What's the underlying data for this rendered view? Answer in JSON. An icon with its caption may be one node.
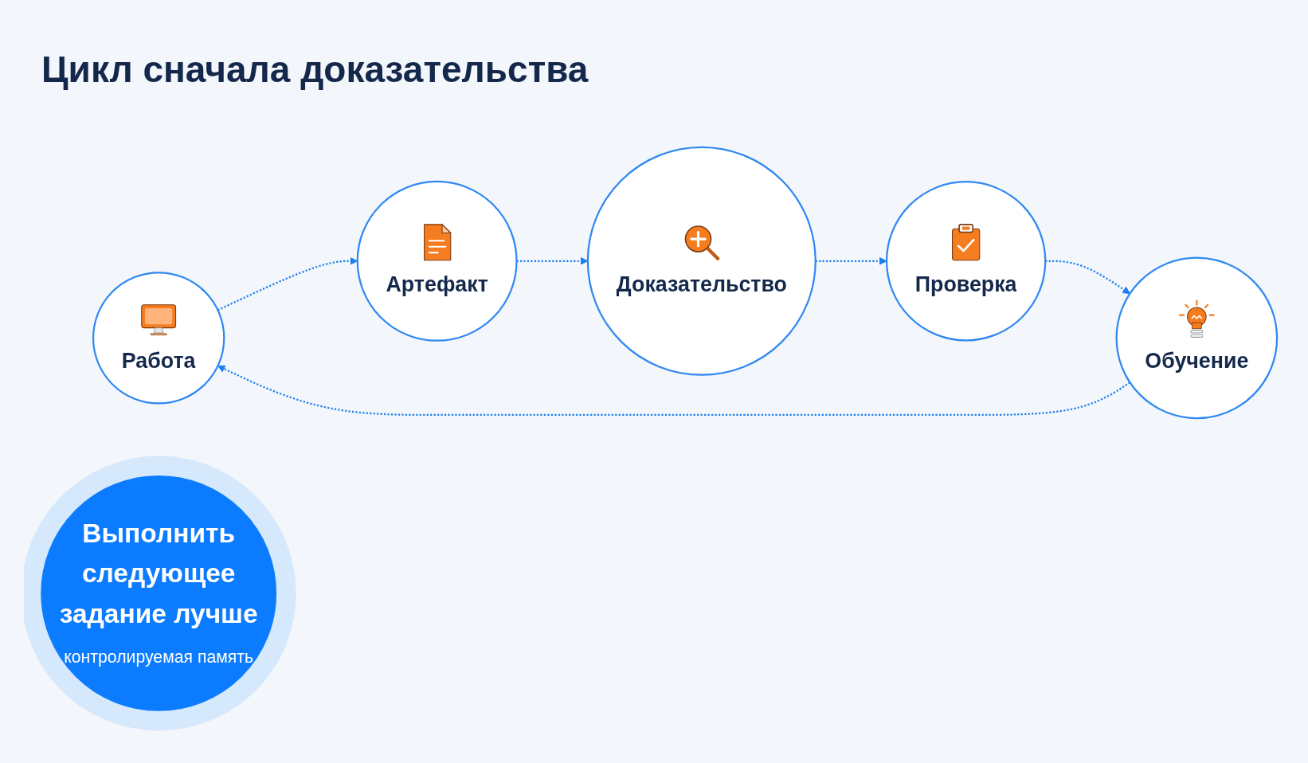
{
  "diagram": {
    "title": "Цикл сначала доказательства",
    "nodes": [
      {
        "text": [
          "Работа"
        ]
      },
      {
        "text": [
          "Артефакт"
        ]
      },
      {
        "text": [
          "Доказательство"
        ]
      },
      {
        "text": [
          "Проверка"
        ]
      },
      {
        "text": [
          "Обучение"
        ]
      },
      {
        "text": [
          "Выполнить следующее задание лучше",
          "контролируемая память"
        ]
      }
    ],
    "edges": [
      {
        "from": 0,
        "to": 1,
        "arrow": "to",
        "style": "dashed"
      },
      {
        "from": 1,
        "to": 2,
        "arrow": "to",
        "style": "dashed"
      },
      {
        "from": 2,
        "to": 3,
        "arrow": "to",
        "style": "dashed"
      },
      {
        "from": 3,
        "to": 4,
        "arrow": "to",
        "style": "dashed"
      },
      {
        "from": 4,
        "to": 0,
        "arrow": "to",
        "style": "dashed"
      }
    ]
  }
}
